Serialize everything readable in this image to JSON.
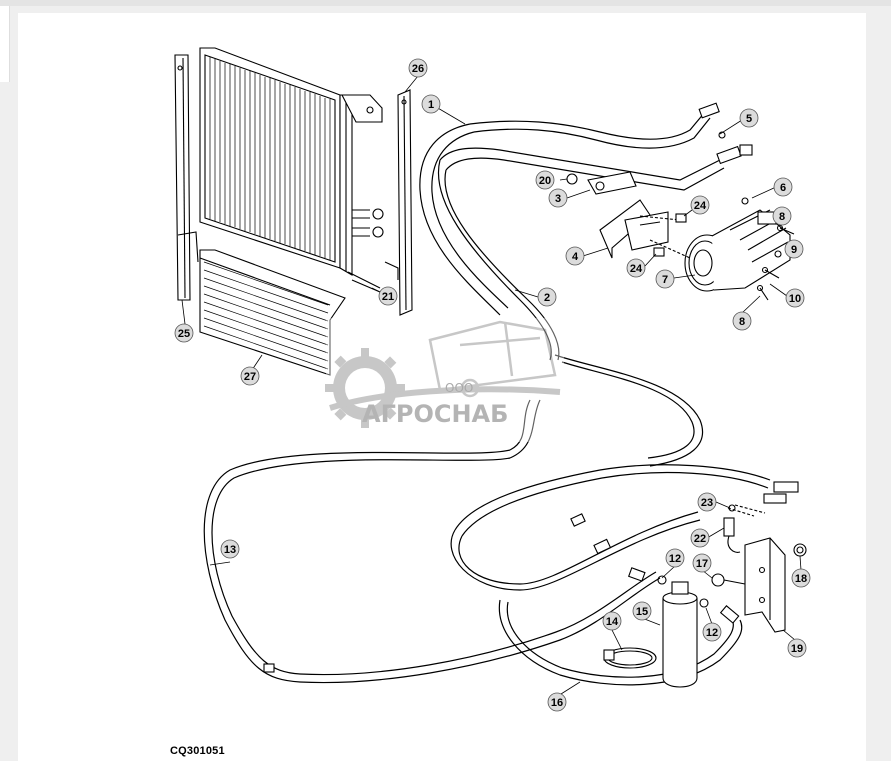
{
  "figure_code": "CQ301051",
  "watermark": {
    "company_form": "ООО",
    "company_name": "АГРОСНАБ"
  },
  "callouts": [
    "1",
    "2",
    "3",
    "4",
    "5",
    "6",
    "7",
    "8",
    "8",
    "9",
    "10",
    "12",
    "12",
    "13",
    "14",
    "15",
    "16",
    "17",
    "18",
    "19",
    "20",
    "21",
    "22",
    "23",
    "24",
    "24",
    "25",
    "26",
    "27"
  ]
}
